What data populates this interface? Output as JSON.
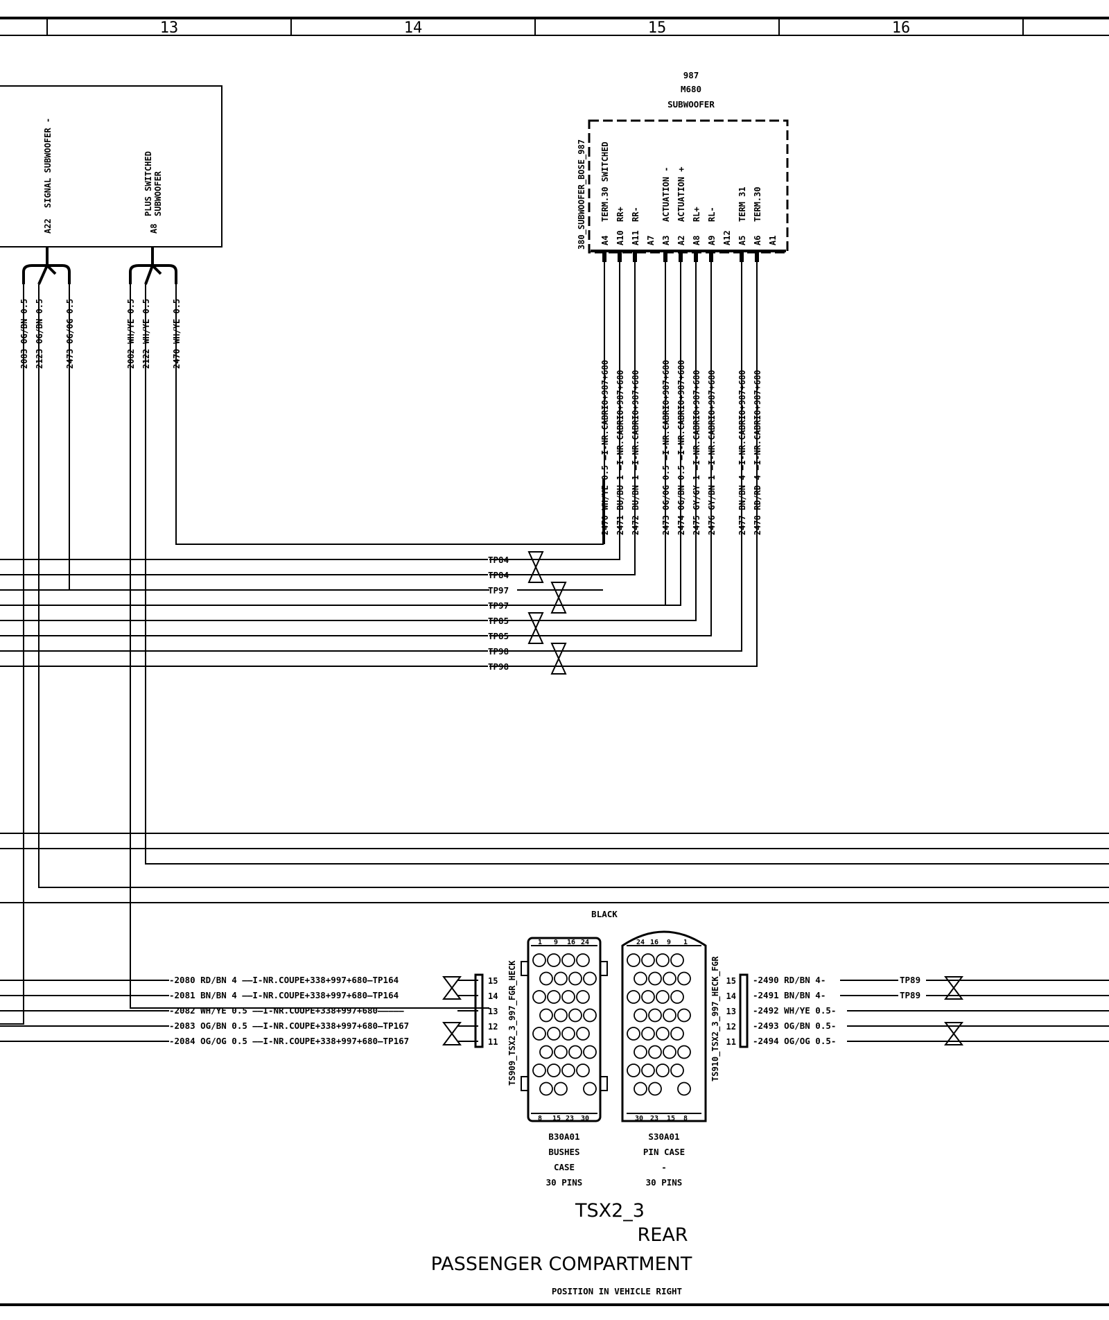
{
  "header": {
    "columns": [
      "13",
      "14",
      "15",
      "16"
    ]
  },
  "left_module": {
    "pins": [
      {
        "id": "A22",
        "label": "SIGNAL SUBWOOFER -"
      },
      {
        "id": "A8",
        "label1": "PLUS SWITCHED",
        "label2": "SUBWOOFER"
      }
    ]
  },
  "left_wires": [
    "2083 OG/BN 0.5",
    "2123 OG/BN 0.5",
    "2473 OG/OG 0.5",
    "2082 WH/YE 0.5",
    "2122 WH/YE 0.5",
    "2470 WH/YE 0.5"
  ],
  "subwoofer": {
    "header": [
      "987",
      "M680",
      "SUBWOOFER"
    ],
    "side_label": "380_SUBWOOFER_BOSE_987",
    "pins": [
      {
        "pin": "A4",
        "label": "TERM.30 SWITCHED",
        "wire": "2470 WH/YE 0.5",
        "variant": "I-NR.CABRIO+987+680"
      },
      {
        "pin": "A10",
        "label": "RR+",
        "wire": "2471 BU/BU 1",
        "variant": "I-NR.CABRIO+987+680"
      },
      {
        "pin": "A11",
        "label": "RR-",
        "wire": "2472 BU/BN 1",
        "variant": "I-NR.CABRIO+987+680"
      },
      {
        "pin": "A7",
        "label": "",
        "wire": "",
        "variant": ""
      },
      {
        "pin": "A3",
        "label": "ACTUATION -",
        "wire": "2473 OG/OG 0.5",
        "variant": "I-NR.CABRIO+987+680"
      },
      {
        "pin": "A2",
        "label": "ACTUATION +",
        "wire": "2474 OG/BN 0.5",
        "variant": "I-NR.CABRIO+987+680"
      },
      {
        "pin": "A8",
        "label": "RL+",
        "wire": "2475 GY/GY 1",
        "variant": "I-NR.CABRIO+987+680"
      },
      {
        "pin": "A9",
        "label": "RL-",
        "wire": "2476 GY/BN 1",
        "variant": "I-NR.CABRIO+987+680"
      },
      {
        "pin": "A12",
        "label": "",
        "wire": "",
        "variant": ""
      },
      {
        "pin": "A5",
        "label": "TERM 31",
        "wire": "2477 BN/BN 4",
        "variant": "I-NR.CABRIO+987+680"
      },
      {
        "pin": "A6",
        "label": "TERM.30",
        "wire": "2478 RD/RD 4",
        "variant": "I-NR.CABRIO+987+680"
      },
      {
        "pin": "A1",
        "label": "",
        "wire": "",
        "variant": ""
      }
    ]
  },
  "twist_pairs": [
    "TP84",
    "TP84",
    "TP97",
    "TP97",
    "TP85",
    "TP85",
    "TP98",
    "TP98"
  ],
  "connector_left_wires": [
    {
      "wire": "2080 RD/BN 4",
      "variant": "I-NR.COUPE+338+997+680",
      "tp": "TP164",
      "pin": "15"
    },
    {
      "wire": "2081 BN/BN 4",
      "variant": "I-NR.COUPE+338+997+680",
      "tp": "TP164",
      "pin": "14"
    },
    {
      "wire": "2082 WH/YE 0.5",
      "variant": "I-NR.COUPE+338+997+680",
      "tp": "",
      "pin": "13"
    },
    {
      "wire": "2083 OG/BN 0.5",
      "variant": "I-NR.COUPE+338+997+680",
      "tp": "TP167",
      "pin": "12"
    },
    {
      "wire": "2084 OG/OG 0.5",
      "variant": "I-NR.COUPE+338+997+680",
      "tp": "TP167",
      "pin": "11"
    }
  ],
  "connector_right_wires": [
    {
      "pin": "15",
      "wire": "2490 RD/BN 4",
      "tp": "TP89"
    },
    {
      "pin": "14",
      "wire": "2491 BN/BN 4",
      "tp": "TP89"
    },
    {
      "pin": "13",
      "wire": "2492 WH/YE 0.5",
      "tp": ""
    },
    {
      "pin": "12",
      "wire": "2493 OG/BN 0.5",
      "tp": ""
    },
    {
      "pin": "11",
      "wire": "2494 OG/OG 0.5",
      "tp": ""
    }
  ],
  "connector": {
    "color": "BLACK",
    "left_side_label": "TS909_TSX2_3_997_FGR_HECK",
    "right_side_label": "TS910_TSX2_3_997_HECK_FGR",
    "bushes_top": [
      "1",
      "9",
      "16",
      "24"
    ],
    "bushes_bottom": [
      "8",
      "15",
      "23",
      "30"
    ],
    "pin_top": [
      "24",
      "16",
      "9",
      "1"
    ],
    "pin_bottom": [
      "30",
      "23",
      "15",
      "8"
    ],
    "bushes_caption": [
      "B30A01",
      "BUSHES",
      "CASE",
      "30 PINS"
    ],
    "pin_caption": [
      "S30A01",
      "PIN CASE",
      "-",
      "30 PINS"
    ],
    "name": "TSX2_3",
    "location": "REAR"
  },
  "footer": {
    "compartment": "PASSENGER COMPARTMENT",
    "position": "POSITION IN VEHICLE RIGHT"
  }
}
